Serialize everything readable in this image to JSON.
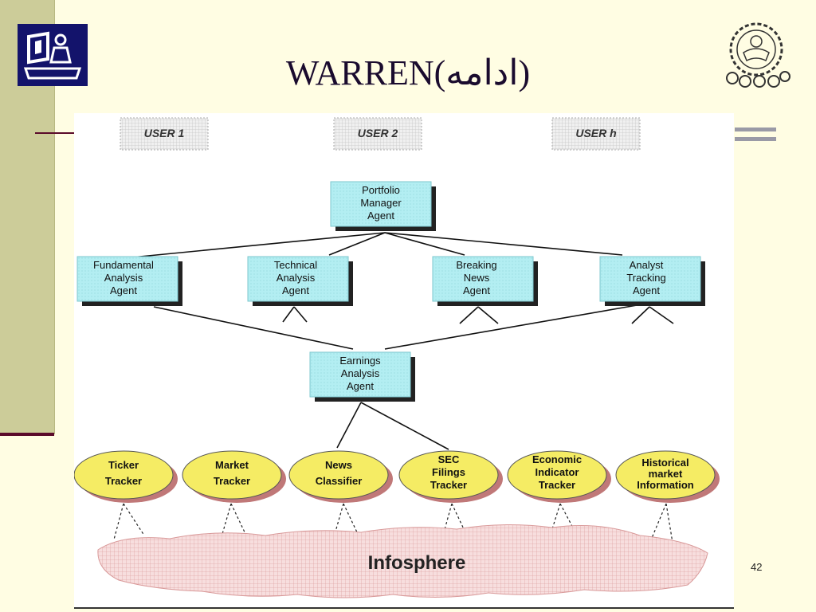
{
  "slide": {
    "title": "WARREN(ادامه)",
    "page_number": "42"
  },
  "diagram": {
    "users": [
      "USER 1",
      "USER 2",
      "USER h"
    ],
    "top_agent": [
      "Portfolio",
      "Manager",
      "Agent"
    ],
    "mid_agents": [
      [
        "Fundamental",
        "Analysis",
        "Agent"
      ],
      [
        "Technical",
        "Analysis",
        "Agent"
      ],
      [
        "Breaking",
        "News",
        "Agent"
      ],
      [
        "Analyst",
        "Tracking",
        "Agent"
      ]
    ],
    "earnings_agent": [
      "Earnings",
      "Analysis",
      "Agent"
    ],
    "info_agents": [
      [
        "Ticker",
        "Tracker"
      ],
      [
        "Market",
        "Tracker"
      ],
      [
        "News",
        "Classifier"
      ],
      [
        "SEC",
        "Filings",
        "Tracker"
      ],
      [
        "Economic",
        "Indicator",
        "Tracker"
      ],
      [
        "Historical",
        "market",
        "Information"
      ]
    ],
    "infosphere": "Infosphere"
  },
  "colors": {
    "agent_box": "#b3eef2",
    "info_oval": "#f5ec64",
    "infosphere": "#f2c8c8",
    "title": "#1a0b2e"
  }
}
